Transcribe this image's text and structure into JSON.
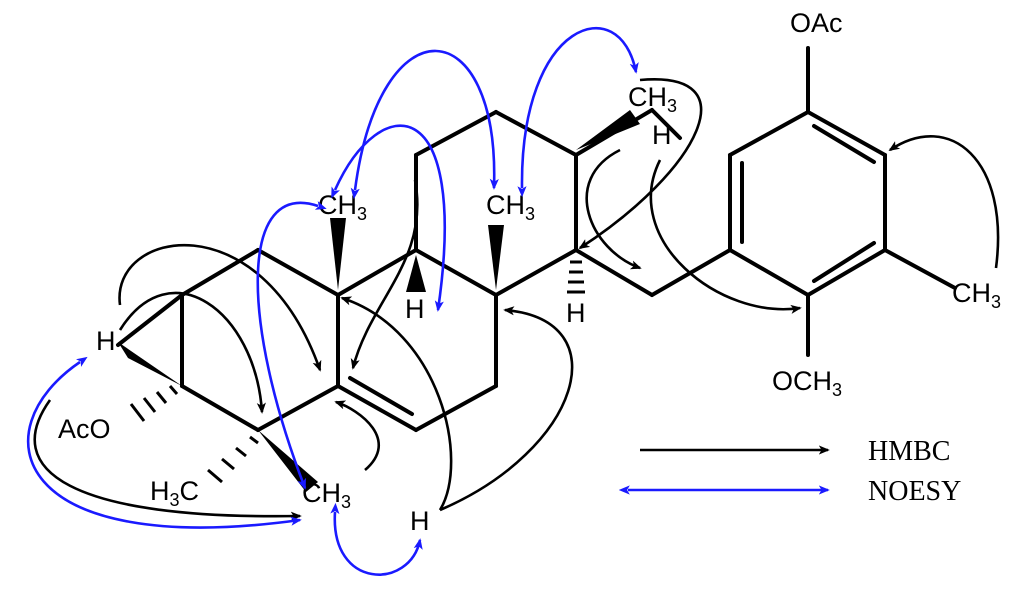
{
  "labels": {
    "oac_top": "OAc",
    "ch3_top": "CH3",
    "h_aromatic": "H",
    "ch3_center_left": "CH3",
    "ch3_center_right": "CH3",
    "h_ring_junction": "H",
    "h_center_right": "H",
    "h_left": "H",
    "aco": "AcO",
    "h3c": "H3C",
    "ch3_bottom": "CH3",
    "h_bottom": "H",
    "ch3_right": "CH3",
    "och3": "OCH3"
  },
  "legend": {
    "hmbc_label": "HMBC",
    "noesy_label": "NOESY"
  },
  "colors": {
    "hmbc": "#000000",
    "noesy": "#1a1aff"
  }
}
